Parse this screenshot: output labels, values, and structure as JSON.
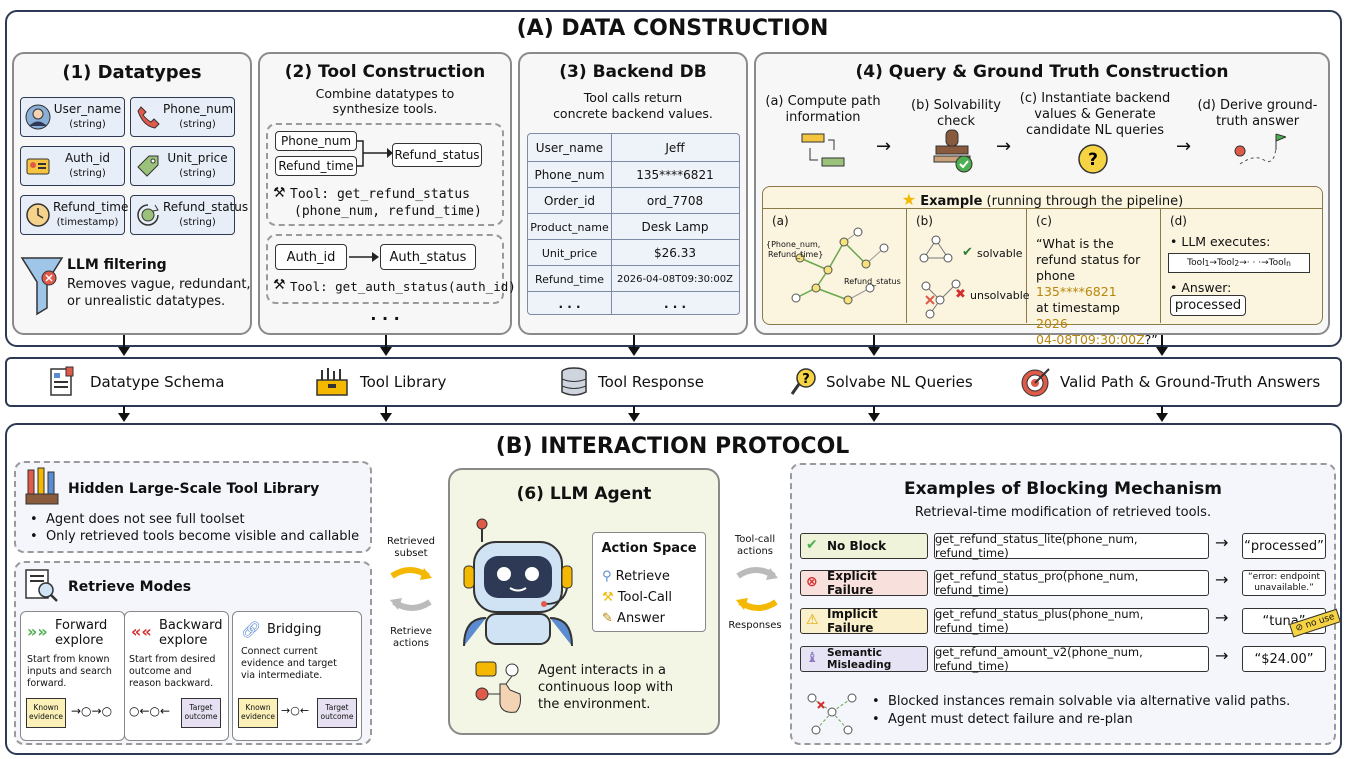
{
  "section_a": {
    "title": "(A) DATA CONSTRUCTION"
  },
  "datatypes": {
    "title": "(1) Datatypes",
    "items": [
      {
        "name": "User_name",
        "type": "(string)",
        "icon": "user-icon"
      },
      {
        "name": "Phone_num",
        "type": "(string)",
        "icon": "phone-icon"
      },
      {
        "name": "Auth_id",
        "type": "(string)",
        "icon": "id-card-icon"
      },
      {
        "name": "Unit_price",
        "type": "(string)",
        "icon": "price-tag-icon"
      },
      {
        "name": "Refund_time",
        "type": "(timestamp)",
        "icon": "clock-icon"
      },
      {
        "name": "Refund_status",
        "type": "(string)",
        "icon": "refund-icon"
      }
    ],
    "filter_title": "LLM filtering",
    "filter_desc_1": "Removes vague, redundant,",
    "filter_desc_2": "or unrealistic datatypes."
  },
  "tool_construction": {
    "title": "(2) Tool Construction",
    "desc_1": "Combine datatypes to",
    "desc_2": "synthesize tools.",
    "tool1": {
      "in1": "Phone_num",
      "in2": "Refund_time",
      "out": "Refund_status",
      "sig_1": "Tool: get_refund_status",
      "sig_2": "(phone_num, refund_time)"
    },
    "tool2": {
      "in": "Auth_id",
      "out": "Auth_status",
      "sig": "Tool: get_auth_status(auth_id)"
    },
    "more": ". . ."
  },
  "backend_db": {
    "title": "(3) Backend DB",
    "desc_1": "Tool calls return",
    "desc_2": "concrete backend values.",
    "rows": [
      {
        "key": "User_name",
        "value": "Jeff"
      },
      {
        "key": "Phone_num",
        "value": "135****6821"
      },
      {
        "key": "Order_id",
        "value": "ord_7708"
      },
      {
        "key": "Product_name",
        "value": "Desk Lamp"
      },
      {
        "key": "Unit_price",
        "value": "$26.33"
      },
      {
        "key": "Refund_time",
        "value": "2026-04-08T09:30:00Z"
      },
      {
        "key": ". . .",
        "value": ". . ."
      }
    ]
  },
  "query_gt": {
    "title": "(4) Query & Ground Truth Construction",
    "steps": [
      {
        "l1": "(a) Compute path",
        "l2": "information"
      },
      {
        "l1": "(b) Solvability",
        "l2": "check"
      },
      {
        "l1": "(c) Instantiate backend",
        "l2": "values & Generate",
        "l3": "candidate NL queries"
      },
      {
        "l1": "(d) Derive ground-",
        "l2": "truth answer"
      }
    ],
    "example_title": "Example",
    "example_sub": "(running through the pipeline)",
    "ex_a": {
      "label": "(a)",
      "in_label_1": "{Phone_num,",
      "in_label_2": "Refund_time}",
      "out_label": "Refund_status"
    },
    "ex_b": {
      "label": "(b)",
      "solvable": "solvable",
      "unsolvable": "unsolvable"
    },
    "ex_c": {
      "label": "(c)",
      "q1": "“What is the",
      "q2": "refund status for",
      "q3": "phone",
      "phone": "135****6821",
      "q4": "at timestamp",
      "ts1": "2026-",
      "ts2": "04-08T09:30:00Z",
      "q5": "?”"
    },
    "ex_d": {
      "label": "(d)",
      "exec": "LLM executes:",
      "chain_1": "Tool",
      "chain_1_sub": "1",
      "chain_2": "Tool",
      "chain_2_sub": "2",
      "chain_dots": "· · ·",
      "chain_n": "Tool",
      "chain_n_sub": "n",
      "answer_label": "Answer:",
      "answer": "processed"
    }
  },
  "summary": [
    {
      "label": "Datatype Schema",
      "icon": "schema-doc-icon"
    },
    {
      "label": "Tool Library",
      "icon": "toolbox-icon"
    },
    {
      "label": "Tool Response",
      "icon": "database-icon"
    },
    {
      "label": "Solvabe NL Queries",
      "icon": "question-bulb-icon"
    },
    {
      "label": "Valid Path & Ground-Truth Answers",
      "icon": "target-icon"
    }
  ],
  "section_b": {
    "title": "(B) INTERACTION PROTOCOL"
  },
  "hidden_library": {
    "title": "Hidden Large-Scale Tool Library",
    "b1": "Agent does not see full toolset",
    "b2": "Only retrieved tools become visible and callable"
  },
  "retrieve_modes": {
    "title": "Retrieve Modes",
    "forward": {
      "t1": "Forward",
      "t2": "explore",
      "d1": "Start from known",
      "d2": "inputs and search",
      "d3": "forward.",
      "box": "Known evidence"
    },
    "backward": {
      "t1": "Backward",
      "t2": "explore",
      "d1": "Start from desired",
      "d2": "outcome and",
      "d3": "reason backward.",
      "box": "Target outcome"
    },
    "bridging": {
      "t1": "Bridging",
      "d1": "Connect current",
      "d2": "evidence and target",
      "d3": "via intermediate.",
      "box1": "Known evidence",
      "box2": "Target outcome"
    }
  },
  "flow_left": {
    "top_1": "Retrieved",
    "top_2": "subset",
    "bot_1": "Retrieve",
    "bot_2": "actions"
  },
  "agent": {
    "title": "(6) LLM Agent",
    "action_space": "Action Space",
    "actions": [
      "Retrieve",
      "Tool-Call",
      "Answer"
    ],
    "desc_1": "Agent interacts in a",
    "desc_2": "continuous loop with",
    "desc_3": "the environment."
  },
  "flow_right": {
    "top_1": "Tool-call",
    "top_2": "actions",
    "bot": "Responses"
  },
  "blocking": {
    "title": "Examples of Blocking Mechanism",
    "subtitle": "Retrieval-time modification of retrieved tools.",
    "rows": [
      {
        "label": "No Block",
        "fn": "get_refund_status_lite(phone_num, refund_time)",
        "out": "“processed”",
        "color": "#eef3d9"
      },
      {
        "label": "Explicit Failure",
        "fn": "get_refund_status_pro(phone_num, refund_time)",
        "out": "“error: endpoint unavailable.”",
        "color": "#f8e0dc"
      },
      {
        "label": "Implicit Failure",
        "fn": "get_refund_status_plus(phone_num, refund_time)",
        "out": "“tuna”",
        "color": "#faf0cc"
      },
      {
        "label": "Semantic Misleading",
        "fn": "get_refund_amount_v2(phone_num, refund_time)",
        "out": "“$24.00”",
        "color": "#e6e4f4"
      }
    ],
    "no_use": "no use",
    "note_1": "Blocked instances remain solvable via alternative valid paths.",
    "note_2": "Agent must detect failure and re-plan"
  },
  "colors": {
    "border_dark": "#2e3a55",
    "panel_fill": "#f4f6fb",
    "example_fill": "#fbf4df",
    "highlight": "#b8860b"
  }
}
